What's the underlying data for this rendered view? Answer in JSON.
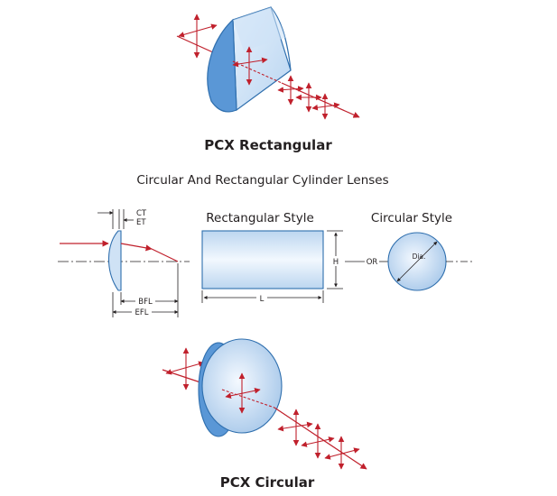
{
  "pcx_rectangular_title": "PCX Rectangular",
  "subtitle": "Circular And Rectangular Cylinder Lenses",
  "rectangular_style_label": "Rectangular Style",
  "circular_style_label": "Circular Style",
  "ct_label": "CT",
  "et_label": "ET",
  "bfl_label": "BFL",
  "efl_label": "EFL",
  "h_label": "H",
  "l_label": "L",
  "or_label": "OR",
  "dia_label": "Dia.",
  "pcx_circular_title": "PCX Circular",
  "colors": {
    "ray": "#c0202c",
    "lens_fill": "#dbeaf8",
    "lens_edge": "#2f6fae",
    "lens_side": "#5a97d6",
    "text": "#231f20"
  }
}
